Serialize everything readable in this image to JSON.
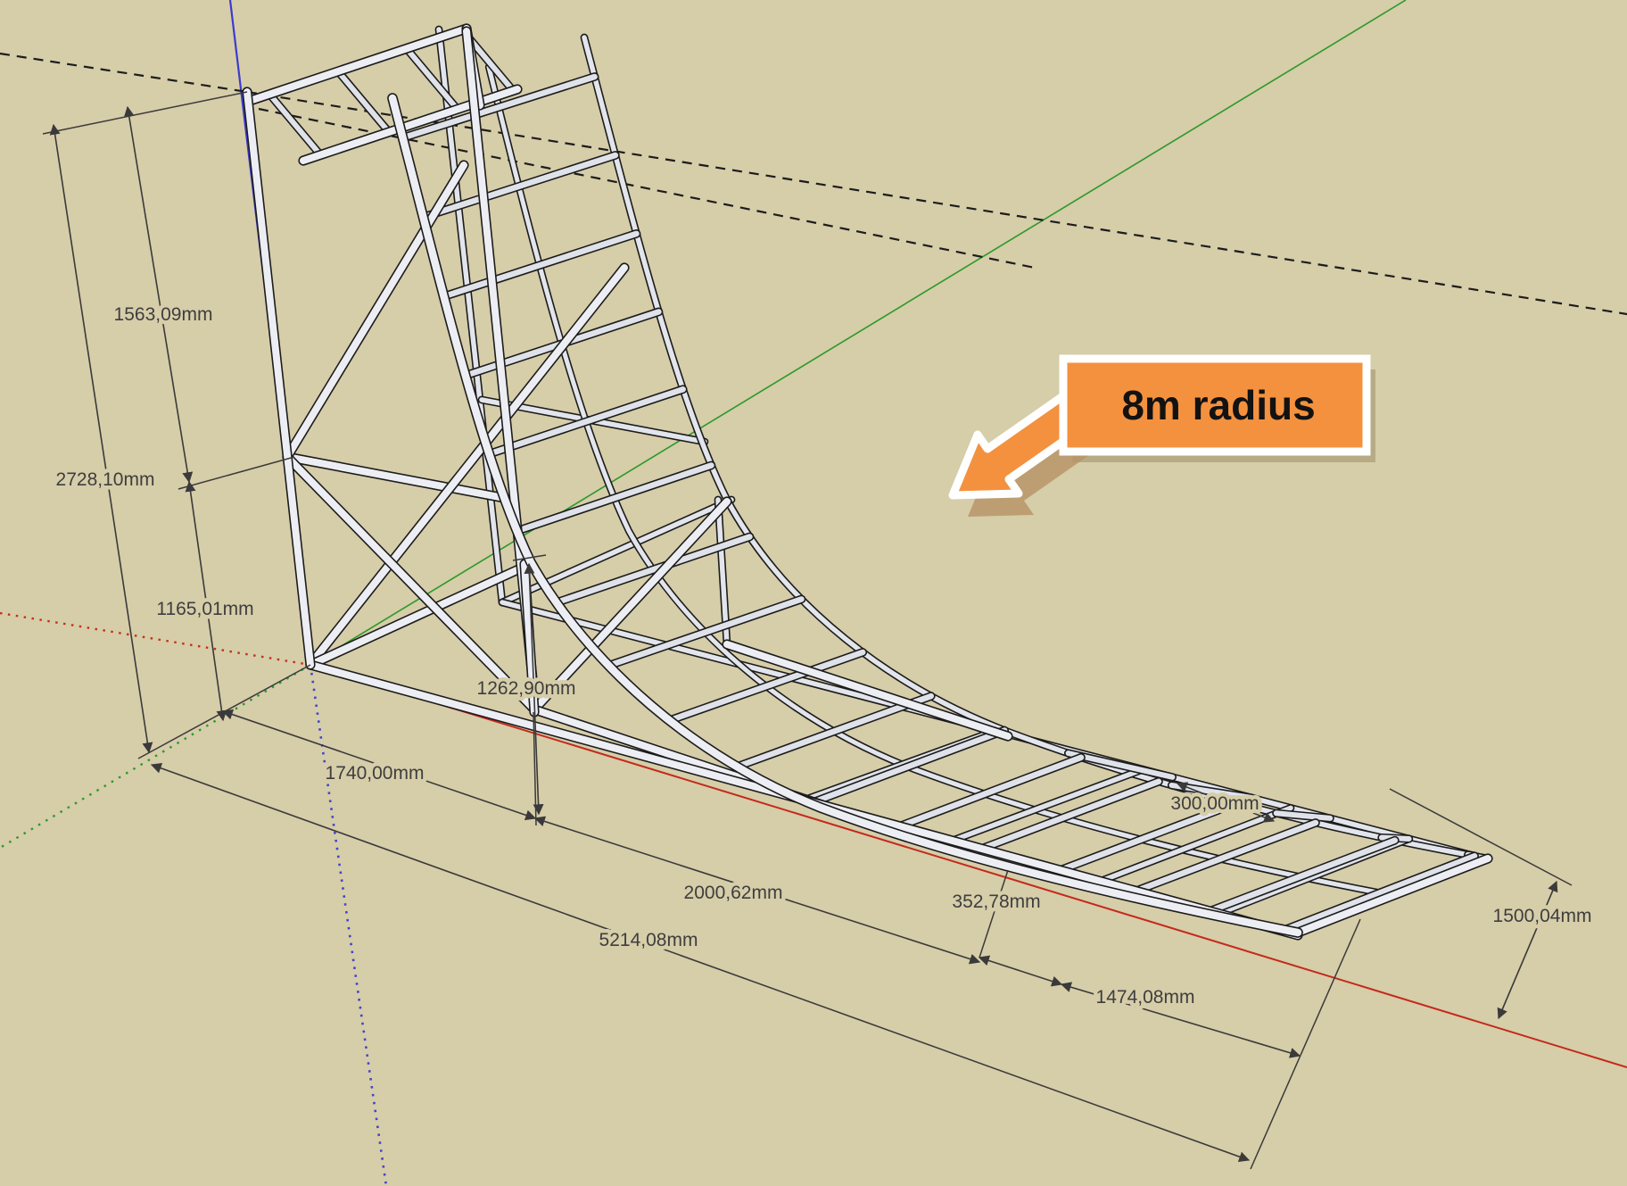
{
  "scene": {
    "description": "3D CAD wireframe model of a curved wooden ramp truss with dimension annotations",
    "background_color": "#d6cda9",
    "beam_face_color": "#eceef3",
    "beam_mid_color": "#dfe2e9",
    "beam_far_color": "#e3e5ec",
    "beam_outline_color": "#1c1c1c",
    "dimension_line_color": "#3a3a3a",
    "hidden_line_color": "#1c1c1c"
  },
  "axes": {
    "blue_axis_color": "#3b3bd0",
    "red_axis_color": "#c32a1c",
    "green_axis_color": "#2a9a2a"
  },
  "callout": {
    "label": "8m radius",
    "fill_color": "#f4913e",
    "border_color": "#ffffff",
    "shadow_color": "#b2a480"
  },
  "dimensions": {
    "height_top": "1563,09mm",
    "height_total": "2728,10mm",
    "height_lower": "1165,01mm",
    "curve_drop": "1262,90mm",
    "base_first": "1740,00mm",
    "base_second": "2000,62mm",
    "base_small": "352,78mm",
    "base_total": "5214,08mm",
    "slat_spacing": "300,00mm",
    "tail_length": "1474,08mm",
    "tail_height": "1500,04mm"
  }
}
